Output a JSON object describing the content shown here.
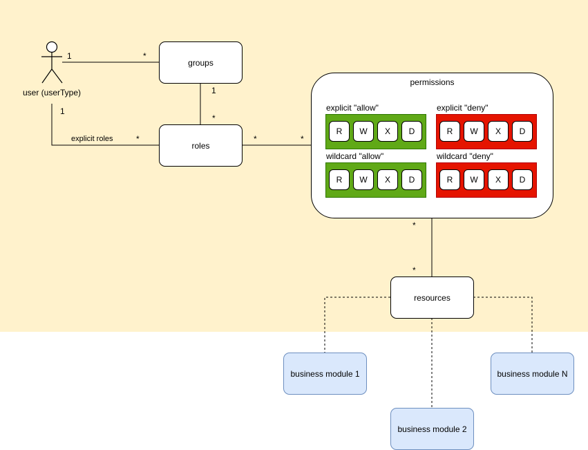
{
  "colors": {
    "background_zone": "#fff2cc",
    "allow_fill": "#60a917",
    "deny_fill": "#e51400",
    "module_fill": "#dae8fc",
    "module_border": "#6c8ebf"
  },
  "actor": {
    "label": "user (userType)",
    "icon": "stick-figure-icon"
  },
  "nodes": {
    "groups": "groups",
    "roles": "roles",
    "resources": "resources"
  },
  "permissions": {
    "title": "permissions",
    "sections": [
      {
        "title": "explicit \"allow\"",
        "kind": "allow",
        "flags": [
          "R",
          "W",
          "X",
          "D"
        ]
      },
      {
        "title": "explicit \"deny\"",
        "kind": "deny",
        "flags": [
          "R",
          "W",
          "X",
          "D"
        ]
      },
      {
        "title": "wildcard \"allow\"",
        "kind": "allow",
        "flags": [
          "R",
          "W",
          "X",
          "D"
        ]
      },
      {
        "title": "wildcard \"deny\"",
        "kind": "deny",
        "flags": [
          "R",
          "W",
          "X",
          "D"
        ]
      }
    ]
  },
  "modules": [
    "business module 1",
    "business module 2",
    "business module N"
  ],
  "edges": {
    "user_groups": {
      "source_mult": "1",
      "target_mult": "*"
    },
    "groups_roles": {
      "source_mult": "1",
      "target_mult": "*"
    },
    "user_roles": {
      "label": "explicit roles",
      "source_mult": "1",
      "target_mult": "*"
    },
    "roles_permissions": {
      "source_mult": "*",
      "target_mult": "*"
    },
    "permissions_resources": {
      "source_mult": "*",
      "target_mult": "*"
    }
  }
}
